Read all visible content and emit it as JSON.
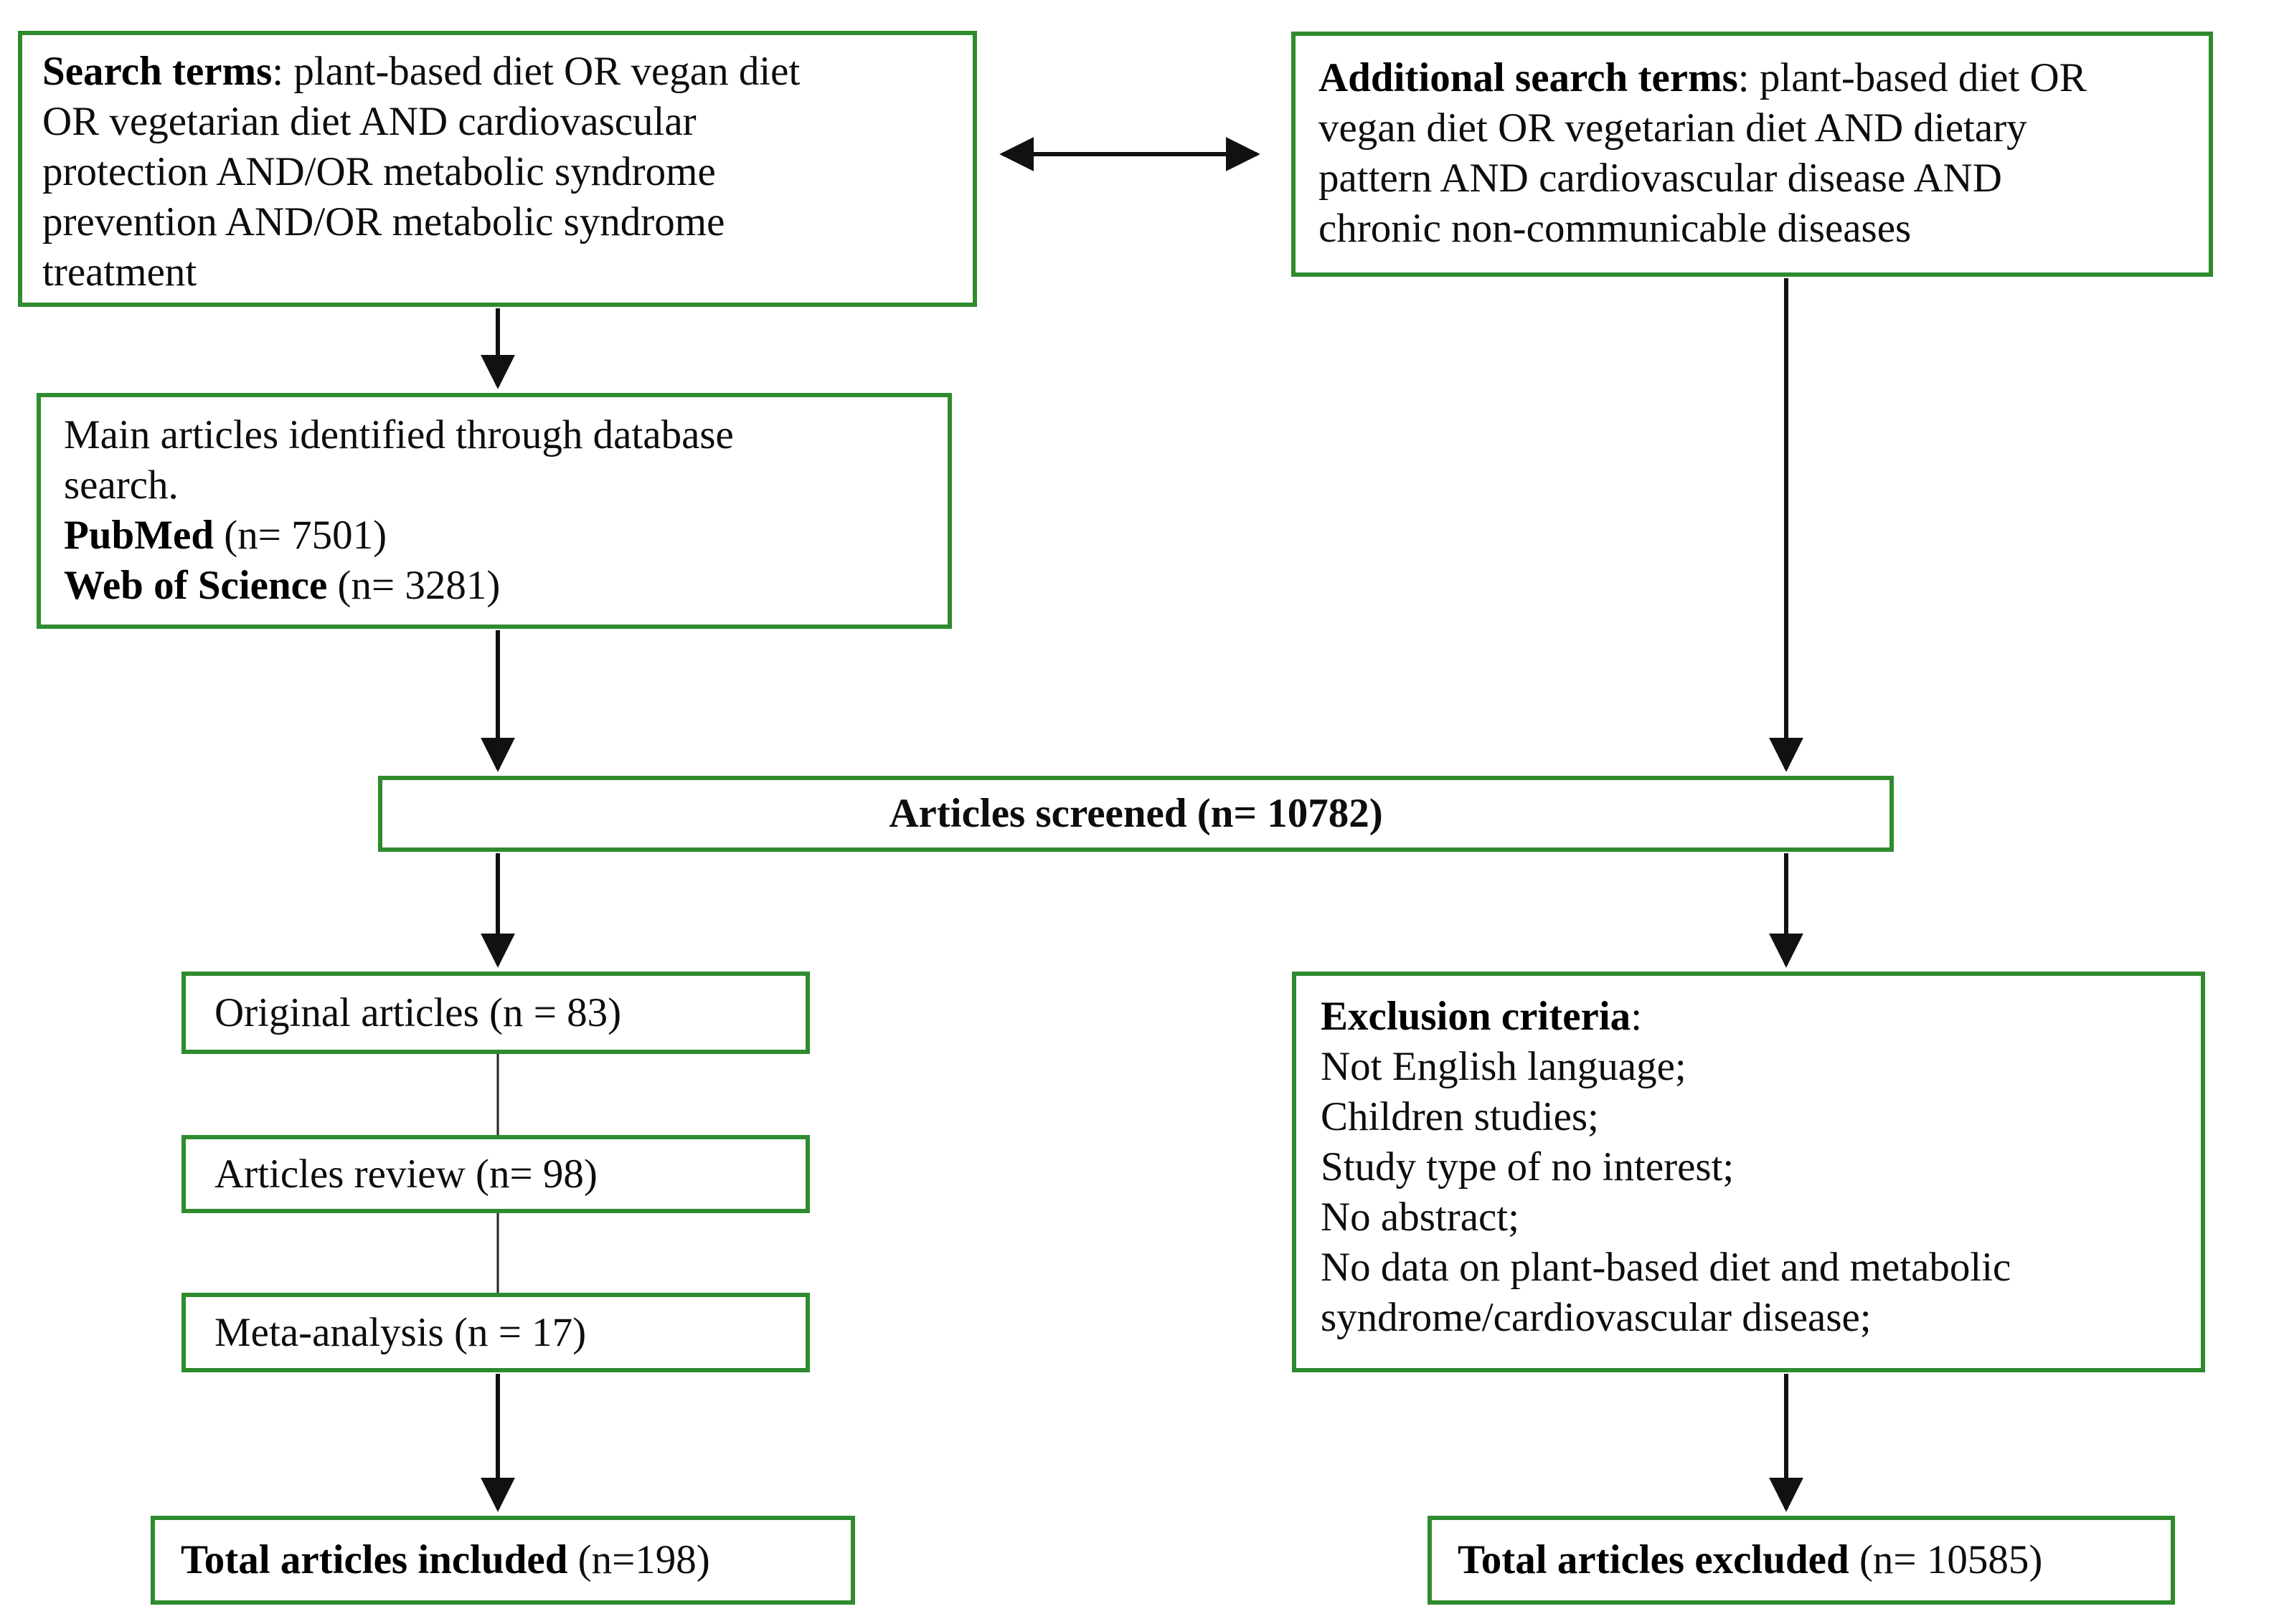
{
  "figure": {
    "type": "flow-diagram",
    "description_visible_only": "Literature search and screening flowchart"
  },
  "colors": {
    "box_border_green": "#2e8b2e",
    "box_background": "#ffffff",
    "text": "#0d0d0d",
    "arrow_black": "#111111"
  },
  "boxes": {
    "search_terms": {
      "bold": "Search terms",
      "rest": ": plant-based diet OR vegan diet\nOR vegetarian diet AND cardiovascular\nprotection AND/OR metabolic syndrome\nprevention AND/OR metabolic syndrome\ntreatment"
    },
    "additional_terms": {
      "bold": "Additional search terms",
      "rest": ": plant-based diet OR\nvegan diet OR vegetarian diet AND dietary\npattern AND cardiovascular disease AND\nchronic non-communicable diseases"
    },
    "main_articles": {
      "line1": "Main articles identified through database\nsearch.",
      "pubmed_bold": "PubMed",
      "pubmed_rest": " (n= 7501)",
      "wos_bold": "Web of Science",
      "wos_rest": " (n= 3281)"
    },
    "screened": {
      "label": "Articles screened (n= 10782)"
    },
    "original": {
      "label": "Original articles (n = 83)"
    },
    "review": {
      "label": "Articles review (n= 98)"
    },
    "meta": {
      "label": "Meta-analysis (n = 17)"
    },
    "included": {
      "bold": "Total articles included",
      "rest": " (n=198)"
    },
    "exclusion": {
      "bold": "Exclusion criteria",
      "rest": ":",
      "items": [
        "Not English language;",
        "Children studies;",
        "Study type of no interest;",
        "No abstract;",
        "No data on plant-based diet and metabolic\nsyndrome/cardiovascular disease;"
      ]
    },
    "excluded": {
      "bold": "Total articles excluded",
      "rest": " (n= 10585)"
    }
  }
}
